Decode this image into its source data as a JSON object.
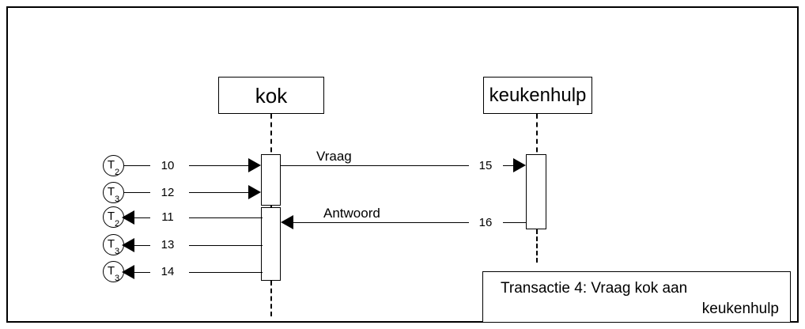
{
  "diagram": {
    "title": "Transactie 4: Vraag kok aan keukenhulp",
    "lifelines": [
      {
        "id": "kok",
        "label": "kok"
      },
      {
        "id": "keukenhulp",
        "label": "keukenhulp"
      }
    ],
    "actors": [
      {
        "id": "t2-a",
        "base": "T",
        "sub": "2"
      },
      {
        "id": "t3-a",
        "base": "T",
        "sub": "3"
      },
      {
        "id": "t2-b",
        "base": "T",
        "sub": "2"
      },
      {
        "id": "t3-b",
        "base": "T",
        "sub": "3"
      },
      {
        "id": "t3-c",
        "base": "T",
        "sub": "3"
      }
    ],
    "step_numbers": {
      "n10": "10",
      "n12": "12",
      "n11": "11",
      "n13": "13",
      "n14": "14",
      "n15": "15",
      "n16": "16"
    },
    "messages": [
      {
        "id": "vraag",
        "label": "Vraag"
      },
      {
        "id": "antwoord",
        "label": "Antwoord"
      }
    ],
    "caption": {
      "line1": "Transactie 4: Vraag kok aan",
      "line2": "keukenhulp"
    }
  }
}
